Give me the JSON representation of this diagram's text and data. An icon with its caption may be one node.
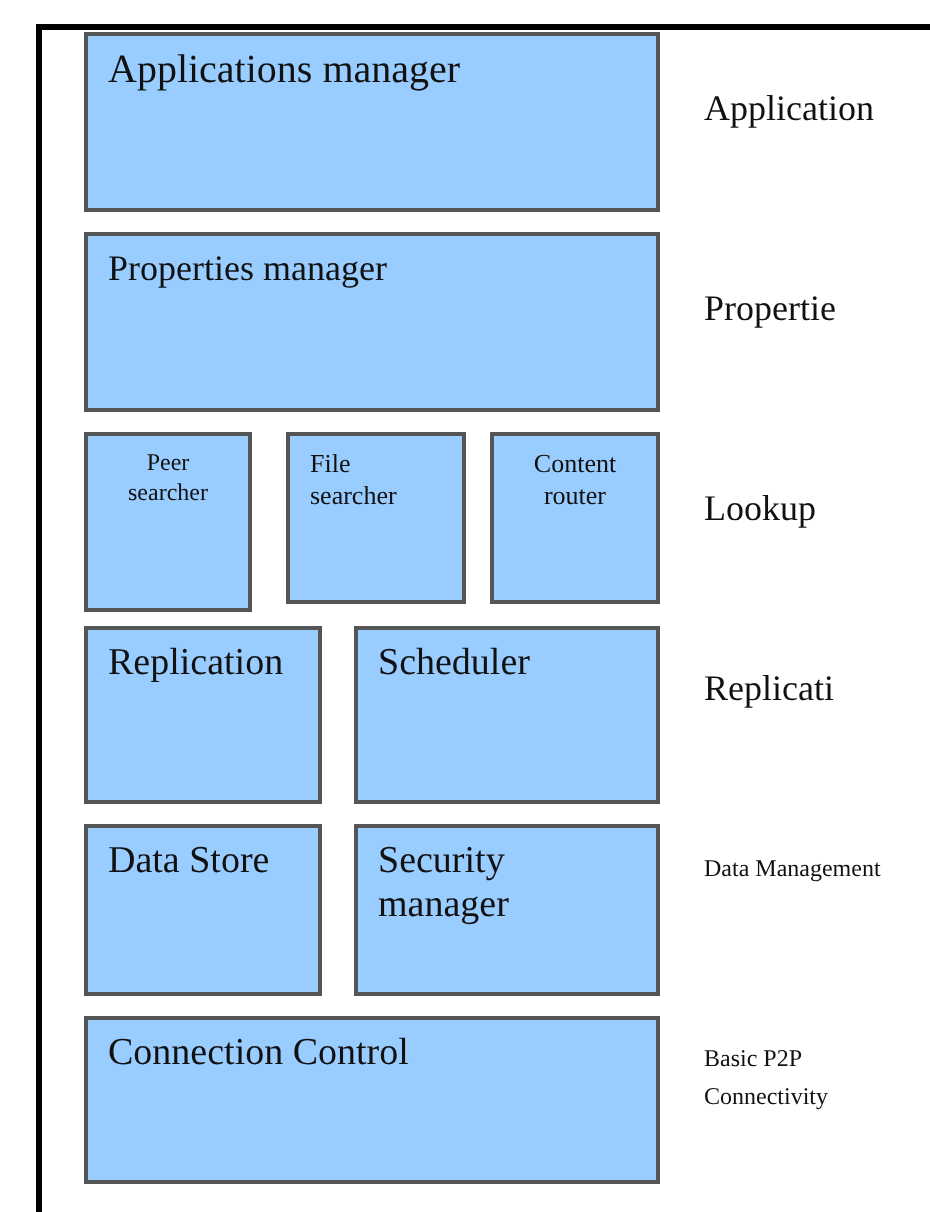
{
  "diagram": {
    "nodes": [
      {
        "text": [
          "Applications manager"
        ]
      },
      {
        "text": [
          "Properties manager"
        ]
      },
      {
        "text": [
          "Peer searcher"
        ]
      },
      {
        "text": [
          "File searcher"
        ]
      },
      {
        "text": [
          "Content router"
        ]
      },
      {
        "text": [
          "Replication"
        ]
      },
      {
        "text": [
          "Scheduler"
        ]
      },
      {
        "text": [
          "Data Store"
        ]
      },
      {
        "text": [
          "Security manager"
        ]
      },
      {
        "text": [
          "Connection Control"
        ]
      }
    ],
    "labels": [
      "Application",
      "Propertie",
      "Lookup",
      "Replicati",
      "Data Management",
      "Basic P2P Connectivity"
    ]
  }
}
